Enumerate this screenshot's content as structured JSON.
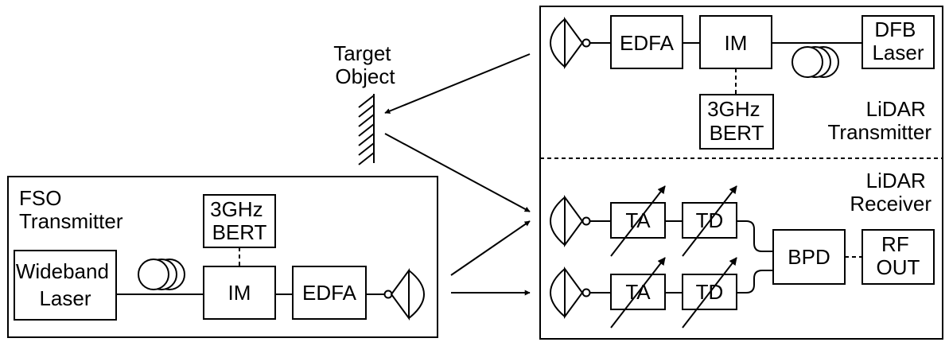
{
  "fso_transmitter": {
    "title_lines": [
      "FSO",
      "Transmitter"
    ],
    "laser_lines": [
      "Wideband",
      "Laser"
    ],
    "bert_lines": [
      "3GHz",
      "BERT"
    ],
    "modulator": "IM",
    "amplifier": "EDFA"
  },
  "target": {
    "label_lines": [
      "Target",
      "Object"
    ]
  },
  "lidar_transmitter": {
    "title_lines": [
      "LiDAR",
      "Transmitter"
    ],
    "amplifier": "EDFA",
    "modulator": "IM",
    "laser_lines": [
      "DFB",
      "Laser"
    ],
    "bert_lines": [
      "3GHz",
      "BERT"
    ]
  },
  "lidar_receiver": {
    "title_lines": [
      "LiDAR",
      "Receiver"
    ],
    "amplifier_1": "TA",
    "delay_1": "TD",
    "amplifier_2": "TA",
    "delay_2": "TD",
    "detector": "BPD",
    "output_lines": [
      "RF",
      "OUT"
    ]
  }
}
